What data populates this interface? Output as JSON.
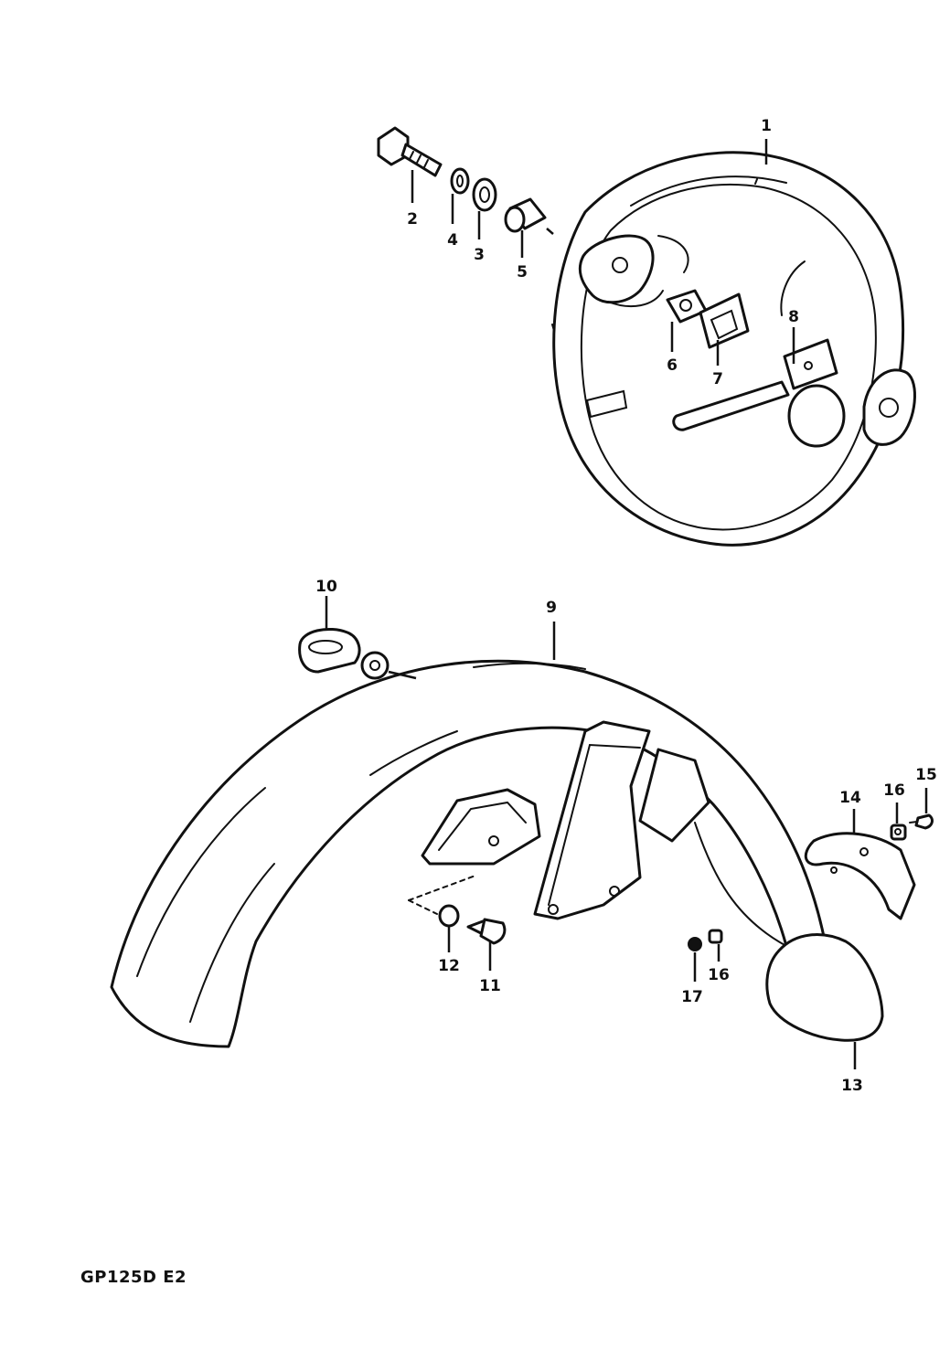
{
  "diagram": {
    "callouts": {
      "c1": "1",
      "c2": "2",
      "c3": "3",
      "c4": "4",
      "c5": "5",
      "c6": "6",
      "c7": "7",
      "c8": "8",
      "c9": "9",
      "c10": "10",
      "c11": "11",
      "c12": "12",
      "c13": "13",
      "c14": "14",
      "c15": "15",
      "c16a": "16",
      "c16b": "16",
      "c17": "17"
    },
    "model_code": "GP125D E2"
  }
}
